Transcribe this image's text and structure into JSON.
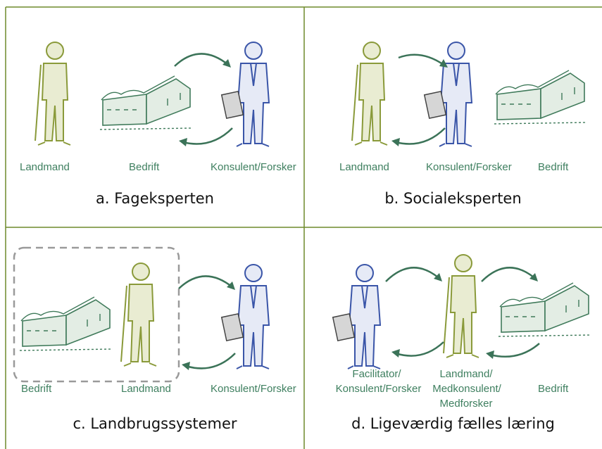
{
  "colors": {
    "border": "#6f8a2c",
    "label": "#3e7f5f",
    "arrow": "#3b7358",
    "farmer": "#8a9a3a",
    "consultant": "#3a55a8",
    "farm": "#3f7a5a",
    "dashed": "#9a9a9a"
  },
  "panels": {
    "a": {
      "title": "a. Fageksperten",
      "labels": {
        "farmer": "Landmand",
        "farm": "Bedrift",
        "consultant": "Konsulent/Forsker"
      }
    },
    "b": {
      "title": "b. Socialeksperten",
      "labels": {
        "farmer": "Landmand",
        "consultant": "Konsulent/Forsker",
        "farm": "Bedrift"
      }
    },
    "c": {
      "title": "c. Landbrugssystemer",
      "labels": {
        "farm": "Bedrift",
        "farmer": "Landmand",
        "consultant": "Konsulent/Forsker"
      }
    },
    "d": {
      "title": "d. Ligeværdig fælles læring",
      "labels": {
        "facilitator_line1": "Facilitator/",
        "facilitator_line2": "Konsulent/Forsker",
        "farmer_line1": "Landmand/",
        "farmer_line2": "Medkonsulent/",
        "farmer_line3": "Medforsker",
        "farm": "Bedrift"
      }
    }
  }
}
